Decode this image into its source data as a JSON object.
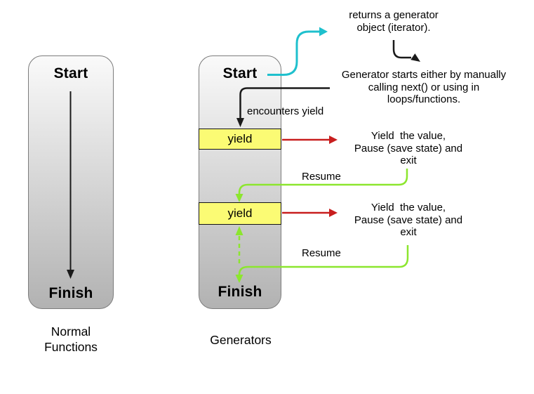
{
  "colors": {
    "cyan": "#1fc0cd",
    "red": "#c81e1e",
    "green": "#8ce62e",
    "yellow": "#fbfb74",
    "box_top": "#fafafa",
    "box_bottom": "#b2b2b2",
    "box_border": "#7c7c7c"
  },
  "normal_function": {
    "start_label": "Start",
    "finish_label": "Finish",
    "caption": "Normal\nFunctions"
  },
  "generator": {
    "start_label": "Start",
    "finish_label": "Finish",
    "yield1_label": "yield",
    "yield2_label": "yield",
    "caption": "Generators"
  },
  "annotations": {
    "returns_generator": "returns a generator\nobject (iterator).",
    "generator_starts": "Generator starts either by manually\ncalling next() or using in\nloops/functions.",
    "encounters_yield": "encounters yield",
    "yield_pause_1": "Yield  the value,\nPause (save state) and\nexit",
    "yield_pause_2": "Yield  the value,\nPause (save state) and\nexit",
    "resume_1": "Resume",
    "resume_2": "Resume"
  }
}
